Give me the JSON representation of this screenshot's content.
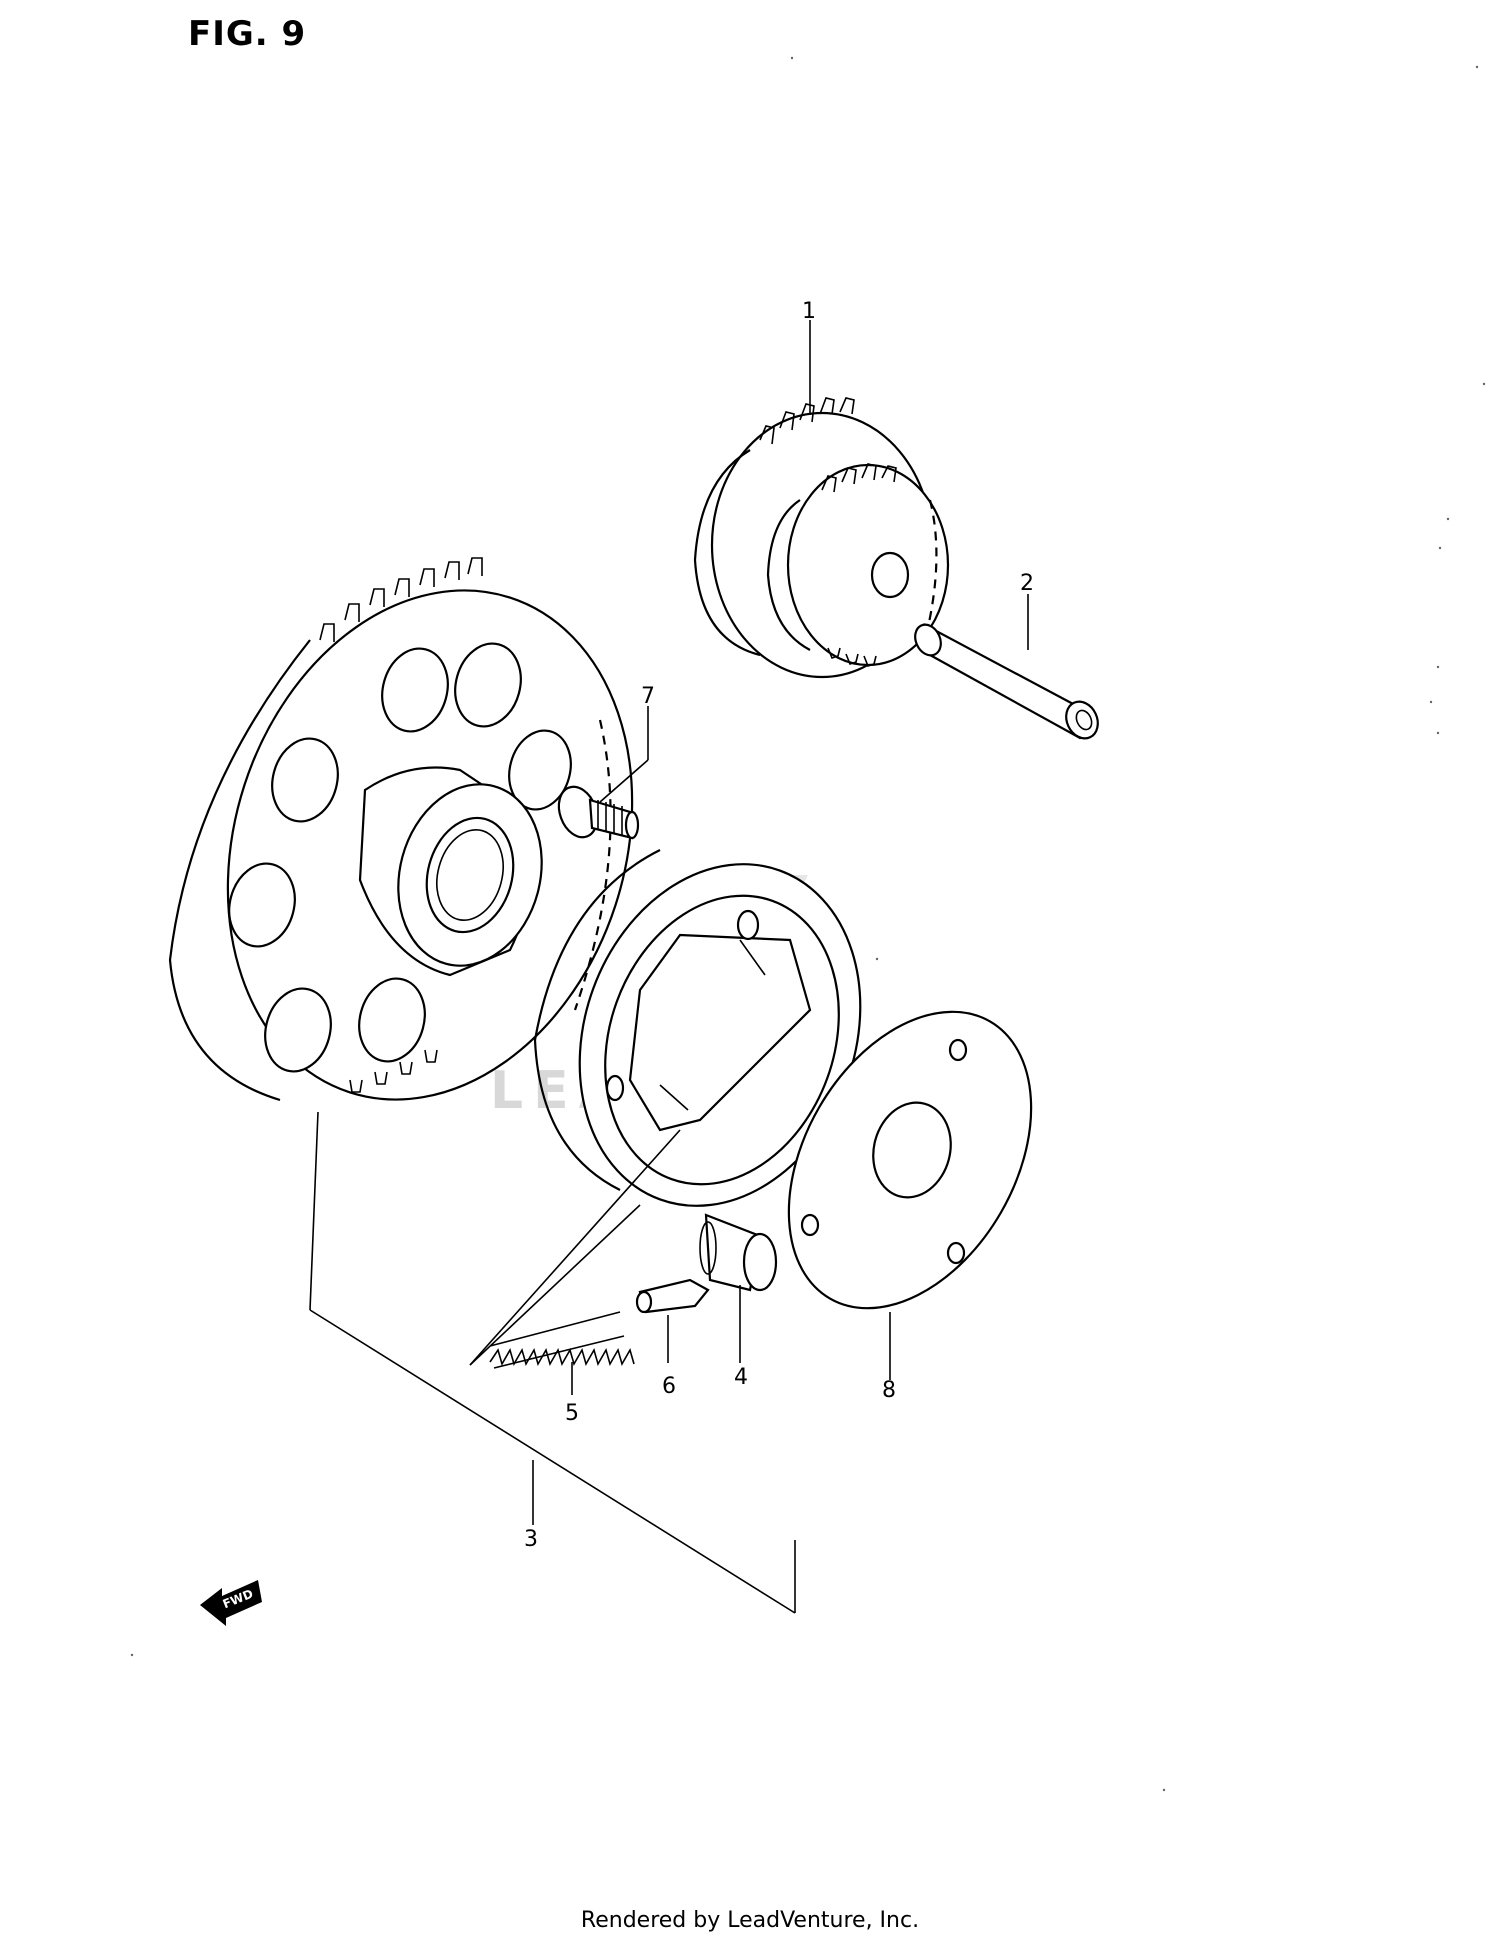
{
  "figure": {
    "title": "FIG. 9"
  },
  "callouts": [
    "1",
    "2",
    "3",
    "4",
    "5",
    "6",
    "7",
    "8"
  ],
  "watermark": {
    "text": "LEADVENTURE"
  },
  "fwd_badge": {
    "text": "FWD"
  },
  "footer": {
    "text": "Rendered by LeadVenture, Inc."
  }
}
